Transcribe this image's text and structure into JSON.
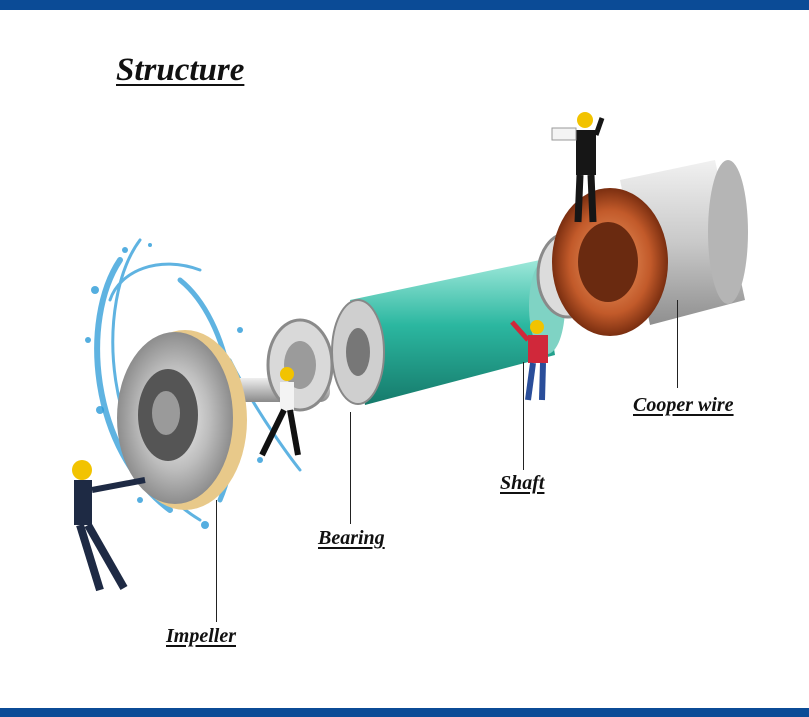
{
  "title": "Structure",
  "labels": {
    "impeller": "Impeller",
    "bearing": "Bearing",
    "shaft": "Shaft",
    "copper_wire": "Cooper wire"
  },
  "colors": {
    "frame_bar": "#0b4b96",
    "rotor": "#2bb7a0",
    "copper": "#c25a2a",
    "water": "#2a9ad8",
    "housing": "#c9c9c9"
  }
}
